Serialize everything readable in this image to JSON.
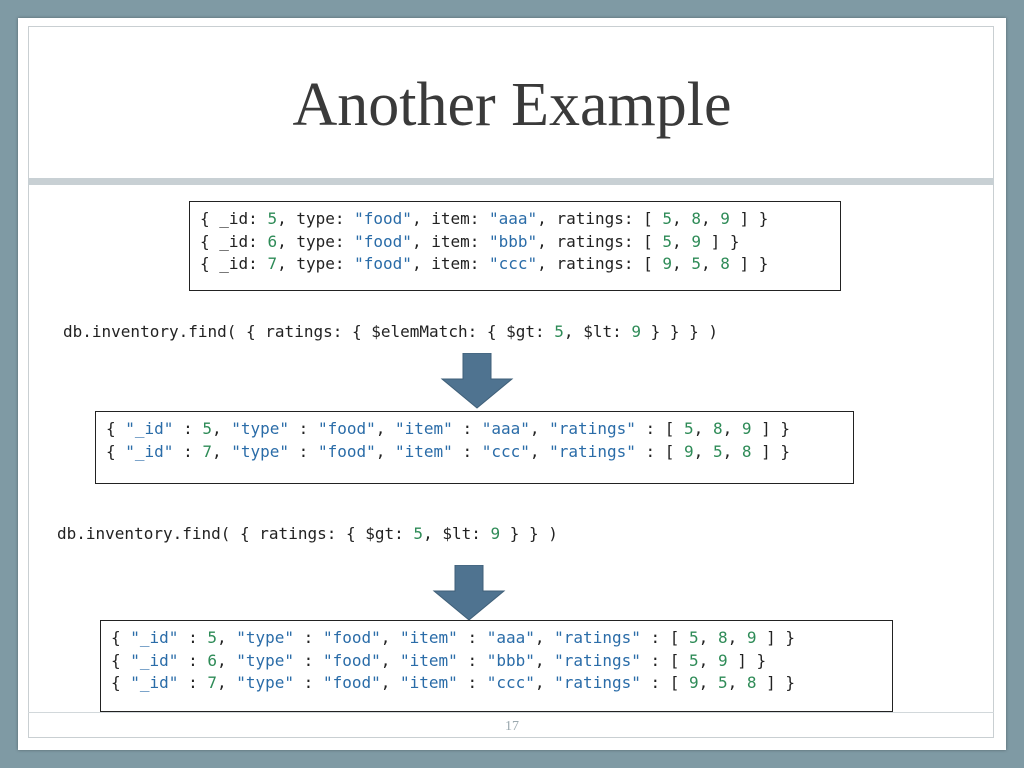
{
  "slide": {
    "title": "Another Example",
    "page_number": "17"
  },
  "colors": {
    "string": "#2a6ca8",
    "number": "#2e8b57",
    "plain": "#222222",
    "arrow": "#4f7390"
  },
  "boxes": [
    {
      "lines": [
        [
          [
            "{ _id: ",
            "p"
          ],
          [
            "5",
            "n"
          ],
          [
            ", type: ",
            "p"
          ],
          [
            "\"food\"",
            "s"
          ],
          [
            ", item: ",
            "p"
          ],
          [
            "\"aaa\"",
            "s"
          ],
          [
            ", ratings: [ ",
            "p"
          ],
          [
            "5",
            "n"
          ],
          [
            ", ",
            "p"
          ],
          [
            "8",
            "n"
          ],
          [
            ", ",
            "p"
          ],
          [
            "9",
            "n"
          ],
          [
            " ] }",
            "p"
          ]
        ],
        [
          [
            "{ _id: ",
            "p"
          ],
          [
            "6",
            "n"
          ],
          [
            ", type: ",
            "p"
          ],
          [
            "\"food\"",
            "s"
          ],
          [
            ", item: ",
            "p"
          ],
          [
            "\"bbb\"",
            "s"
          ],
          [
            ", ratings: [ ",
            "p"
          ],
          [
            "5",
            "n"
          ],
          [
            ", ",
            "p"
          ],
          [
            "9",
            "n"
          ],
          [
            " ] }",
            "p"
          ]
        ],
        [
          [
            "{ _id: ",
            "p"
          ],
          [
            "7",
            "n"
          ],
          [
            ", type: ",
            "p"
          ],
          [
            "\"food\"",
            "s"
          ],
          [
            ", item: ",
            "p"
          ],
          [
            "\"ccc\"",
            "s"
          ],
          [
            ", ratings: [ ",
            "p"
          ],
          [
            "9",
            "n"
          ],
          [
            ", ",
            "p"
          ],
          [
            "5",
            "n"
          ],
          [
            ", ",
            "p"
          ],
          [
            "8",
            "n"
          ],
          [
            " ] }",
            "p"
          ]
        ]
      ]
    },
    {
      "lines": [
        [
          [
            "{ ",
            "p"
          ],
          [
            "\"_id\"",
            "s"
          ],
          [
            " : ",
            "p"
          ],
          [
            "5",
            "n"
          ],
          [
            ", ",
            "p"
          ],
          [
            "\"type\"",
            "s"
          ],
          [
            " : ",
            "p"
          ],
          [
            "\"food\"",
            "s"
          ],
          [
            ", ",
            "p"
          ],
          [
            "\"item\"",
            "s"
          ],
          [
            " : ",
            "p"
          ],
          [
            "\"aaa\"",
            "s"
          ],
          [
            ", ",
            "p"
          ],
          [
            "\"ratings\"",
            "s"
          ],
          [
            " : [ ",
            "p"
          ],
          [
            "5",
            "n"
          ],
          [
            ", ",
            "p"
          ],
          [
            "8",
            "n"
          ],
          [
            ", ",
            "p"
          ],
          [
            "9",
            "n"
          ],
          [
            " ] }",
            "p"
          ]
        ],
        [
          [
            "{ ",
            "p"
          ],
          [
            "\"_id\"",
            "s"
          ],
          [
            " : ",
            "p"
          ],
          [
            "7",
            "n"
          ],
          [
            ", ",
            "p"
          ],
          [
            "\"type\"",
            "s"
          ],
          [
            " : ",
            "p"
          ],
          [
            "\"food\"",
            "s"
          ],
          [
            ", ",
            "p"
          ],
          [
            "\"item\"",
            "s"
          ],
          [
            " : ",
            "p"
          ],
          [
            "\"ccc\"",
            "s"
          ],
          [
            ", ",
            "p"
          ],
          [
            "\"ratings\"",
            "s"
          ],
          [
            " : [ ",
            "p"
          ],
          [
            "9",
            "n"
          ],
          [
            ", ",
            "p"
          ],
          [
            "5",
            "n"
          ],
          [
            ", ",
            "p"
          ],
          [
            "8",
            "n"
          ],
          [
            " ] }",
            "p"
          ]
        ]
      ]
    },
    {
      "lines": [
        [
          [
            "{ ",
            "p"
          ],
          [
            "\"_id\"",
            "s"
          ],
          [
            " : ",
            "p"
          ],
          [
            "5",
            "n"
          ],
          [
            ", ",
            "p"
          ],
          [
            "\"type\"",
            "s"
          ],
          [
            " : ",
            "p"
          ],
          [
            "\"food\"",
            "s"
          ],
          [
            ", ",
            "p"
          ],
          [
            "\"item\"",
            "s"
          ],
          [
            " : ",
            "p"
          ],
          [
            "\"aaa\"",
            "s"
          ],
          [
            ", ",
            "p"
          ],
          [
            "\"ratings\"",
            "s"
          ],
          [
            " : [ ",
            "p"
          ],
          [
            "5",
            "n"
          ],
          [
            ", ",
            "p"
          ],
          [
            "8",
            "n"
          ],
          [
            ", ",
            "p"
          ],
          [
            "9",
            "n"
          ],
          [
            " ] }",
            "p"
          ]
        ],
        [
          [
            "{ ",
            "p"
          ],
          [
            "\"_id\"",
            "s"
          ],
          [
            " : ",
            "p"
          ],
          [
            "6",
            "n"
          ],
          [
            ", ",
            "p"
          ],
          [
            "\"type\"",
            "s"
          ],
          [
            " : ",
            "p"
          ],
          [
            "\"food\"",
            "s"
          ],
          [
            ", ",
            "p"
          ],
          [
            "\"item\"",
            "s"
          ],
          [
            " : ",
            "p"
          ],
          [
            "\"bbb\"",
            "s"
          ],
          [
            ", ",
            "p"
          ],
          [
            "\"ratings\"",
            "s"
          ],
          [
            " : [ ",
            "p"
          ],
          [
            "5",
            "n"
          ],
          [
            ", ",
            "p"
          ],
          [
            "9",
            "n"
          ],
          [
            " ] }",
            "p"
          ]
        ],
        [
          [
            "{ ",
            "p"
          ],
          [
            "\"_id\"",
            "s"
          ],
          [
            " : ",
            "p"
          ],
          [
            "7",
            "n"
          ],
          [
            ", ",
            "p"
          ],
          [
            "\"type\"",
            "s"
          ],
          [
            " : ",
            "p"
          ],
          [
            "\"food\"",
            "s"
          ],
          [
            ", ",
            "p"
          ],
          [
            "\"item\"",
            "s"
          ],
          [
            " : ",
            "p"
          ],
          [
            "\"ccc\"",
            "s"
          ],
          [
            ", ",
            "p"
          ],
          [
            "\"ratings\"",
            "s"
          ],
          [
            " : [ ",
            "p"
          ],
          [
            "9",
            "n"
          ],
          [
            ", ",
            "p"
          ],
          [
            "5",
            "n"
          ],
          [
            ", ",
            "p"
          ],
          [
            "8",
            "n"
          ],
          [
            " ] }",
            "p"
          ]
        ]
      ]
    }
  ],
  "queries": [
    {
      "tokens": [
        [
          "db.inventory.find( { ratings: { $elemMatch: { $gt: ",
          "p"
        ],
        [
          "5",
          "n"
        ],
        [
          ", $lt: ",
          "p"
        ],
        [
          "9",
          "n"
        ],
        [
          " } } } )",
          "p"
        ]
      ]
    },
    {
      "tokens": [
        [
          "db.inventory.find( { ratings: { $gt: ",
          "p"
        ],
        [
          "5",
          "n"
        ],
        [
          ", $lt: ",
          "p"
        ],
        [
          "9",
          "n"
        ],
        [
          " } } )",
          "p"
        ]
      ]
    }
  ]
}
